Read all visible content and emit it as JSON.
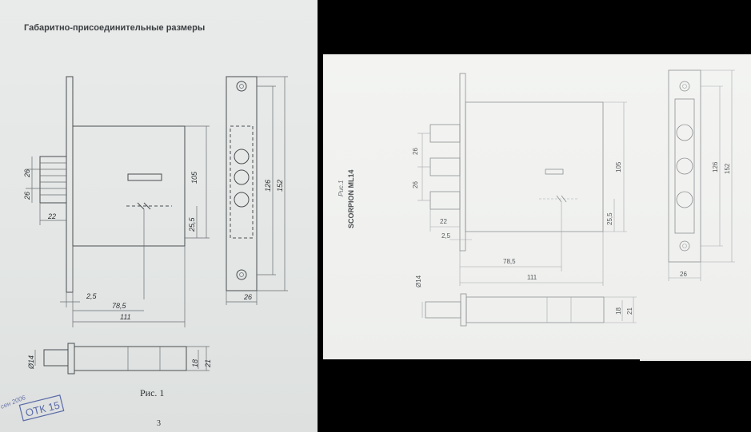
{
  "left_sheet": {
    "title": "Габаритно-присоединительные размеры",
    "caption": "Рис. 1",
    "page_number": "3",
    "stamp_text": "ОТК 15",
    "stamp_date": "сен 2006",
    "dims": {
      "d26a": "26",
      "d26b": "26",
      "d22": "22",
      "d105": "105",
      "d25_5": "25,5",
      "d126": "126",
      "d152": "152",
      "d26w": "26",
      "d2_5": "2,5",
      "d78_5": "78,5",
      "d111": "111",
      "d14": "Ø14",
      "d18": "18",
      "d21": "21"
    }
  },
  "right_sheet": {
    "caption": "Рис.1",
    "model": "SCORPION ML14",
    "dims": {
      "d26a": "26",
      "d26b": "26",
      "d22": "22",
      "d2_5": "2,5",
      "d105": "105",
      "d25_5": "25,5",
      "d78_5": "78,5",
      "d111": "111",
      "d126": "126",
      "d152": "152",
      "d26w": "26",
      "d14": "Ø14",
      "d18": "18",
      "d21": "21"
    }
  },
  "colors": {
    "background": "#000000",
    "paper_left": "#e6e9e8",
    "paper_right": "#f1f2f0",
    "ink": "#4a4d50",
    "stamp": "#5a6aa8"
  }
}
